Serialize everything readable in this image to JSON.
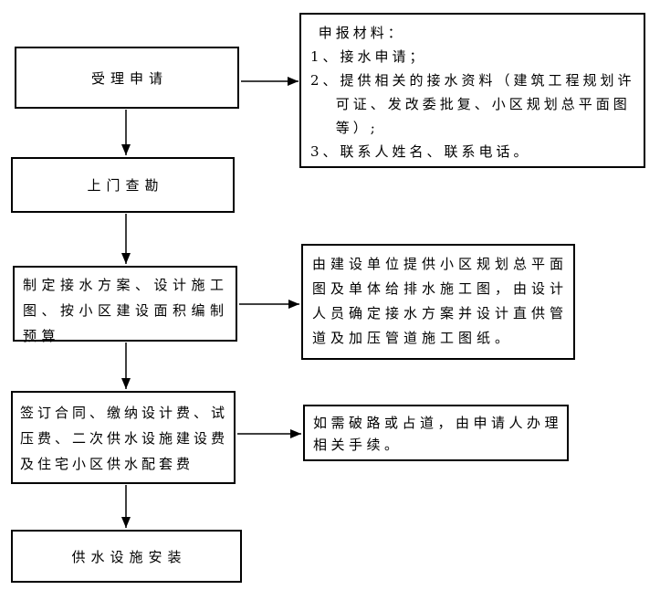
{
  "canvas": {
    "background": "#ffffff",
    "line_color": "#000000",
    "text_color": "#000000"
  },
  "flowchart": {
    "steps": [
      {
        "name": "accept-application",
        "lines": [
          "受理申请"
        ]
      },
      {
        "name": "site-survey",
        "lines": [
          "上门查勘"
        ]
      },
      {
        "name": "design-plan",
        "lines": [
          "制定接水方案、设计施工",
          "图、按小区建设面积编制",
          "预算"
        ]
      },
      {
        "name": "sign-contract-pay-fees",
        "lines": [
          "签订合同、缴纳设计费、试",
          "压费、二次供水设施建设费",
          "及住宅小区供水配套费"
        ]
      },
      {
        "name": "install-facilities",
        "lines": [
          "供水设施安装"
        ]
      }
    ],
    "notes": [
      {
        "name": "application-materials",
        "lines": [
          " 申报材料：",
          "1、接水申请；",
          "2、提供相关的接水资料（建筑工程规划许",
          "　 可证、发改委批复、小区规划总平面图",
          "　 等）;",
          "3、联系人姓名、联系电话。"
        ]
      },
      {
        "name": "design-detail",
        "lines": [
          "由建设单位提供小区规划总平面",
          "图及单体给排水施工图，由设计",
          "人员确定接水方案并设计直供管",
          "道及加压管道施工图纸。"
        ]
      },
      {
        "name": "road-permit",
        "lines": [
          "如需破路或占道，由申请人办理",
          "相关手续。"
        ]
      }
    ]
  }
}
